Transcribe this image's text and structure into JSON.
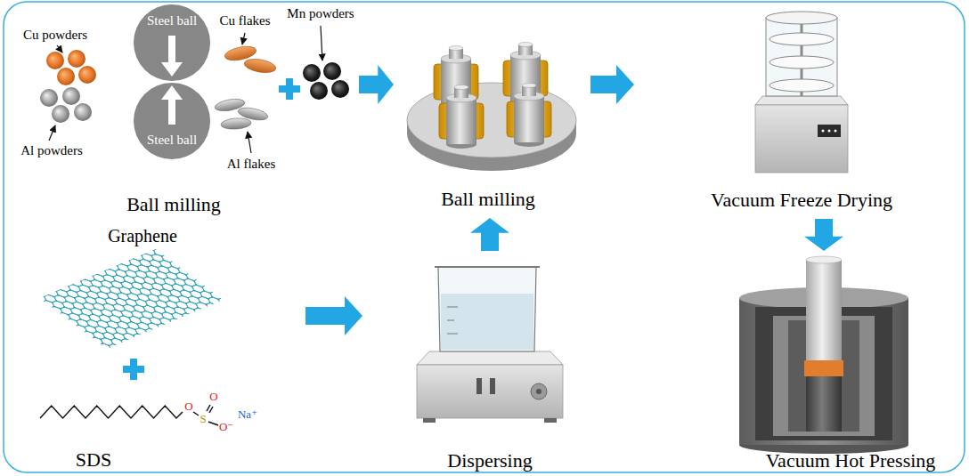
{
  "diagram": {
    "nodes": [
      {
        "text": [
          "Ball milling"
        ]
      },
      {
        "text": [
          "Ball milling"
        ]
      },
      {
        "text": [
          "Vacuum Freeze Drying"
        ]
      },
      {
        "text": [
          "Graphene",
          "SDS"
        ]
      },
      {
        "text": [
          "Dispersing"
        ]
      },
      {
        "text": [
          "Vacuum Hot Pressing"
        ]
      }
    ],
    "edges": [
      {
        "from": 0,
        "to": 1,
        "arrow": "to"
      },
      {
        "from": 1,
        "to": 2,
        "arrow": "to"
      },
      {
        "from": 2,
        "to": 5,
        "arrow": "to"
      },
      {
        "from": 3,
        "to": 4,
        "arrow": "to"
      },
      {
        "from": 4,
        "to": 1,
        "arrow": "to"
      }
    ],
    "labels": [
      "Cu powders",
      "Steel ball",
      "Cu flakes",
      "Mn powders",
      "Al powders",
      "Steel ball",
      "Al flakes",
      "O",
      "O",
      "Na⁺",
      "S",
      "O⁻"
    ]
  }
}
